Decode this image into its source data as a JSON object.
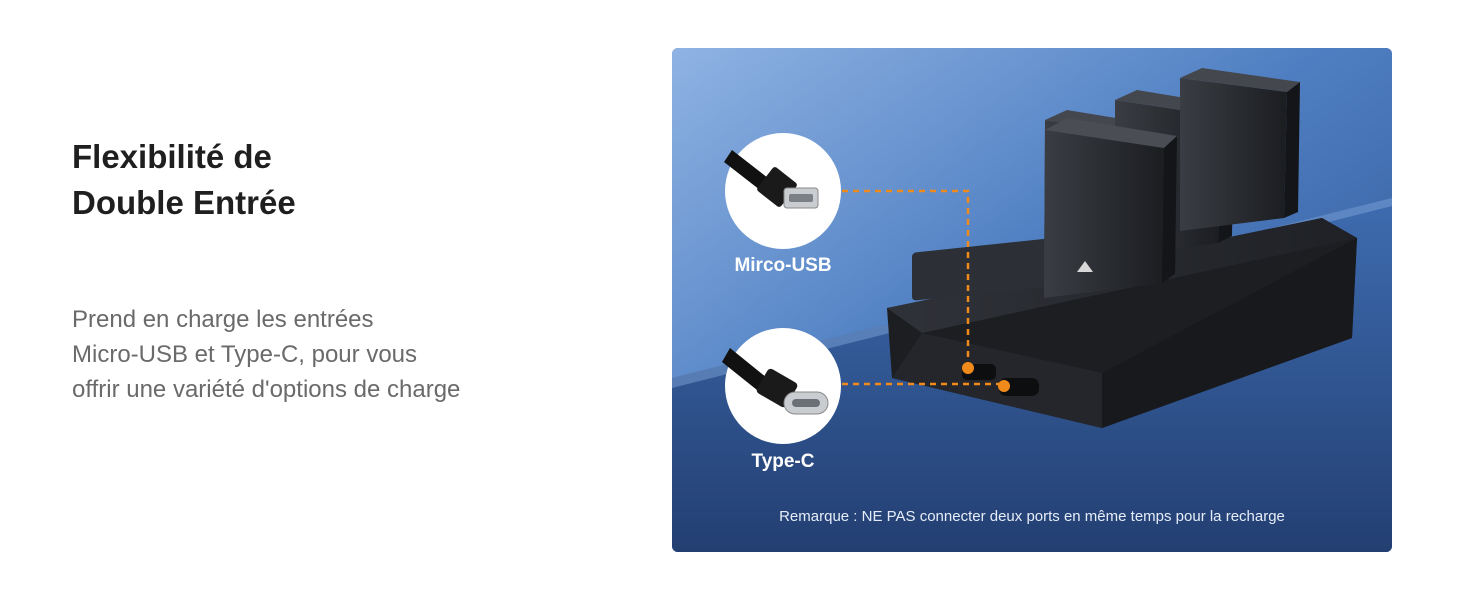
{
  "heading": {
    "line1": "Flexibilité de",
    "line2": "Double Entrée"
  },
  "description": {
    "line1": "Prend en charge les entrées",
    "line2": "Micro-USB et Type-C, pour vous",
    "line3": "offrir une variété d'options de charge"
  },
  "product": {
    "ports": [
      {
        "label": "Mirco-USB",
        "icon": "micro-usb-connector-icon"
      },
      {
        "label": "Type-C",
        "icon": "usb-c-connector-icon"
      }
    ],
    "note": "Remarque : NE PAS connecter deux ports en même temps pour la recharge",
    "accent_color": "#f08a1a"
  }
}
